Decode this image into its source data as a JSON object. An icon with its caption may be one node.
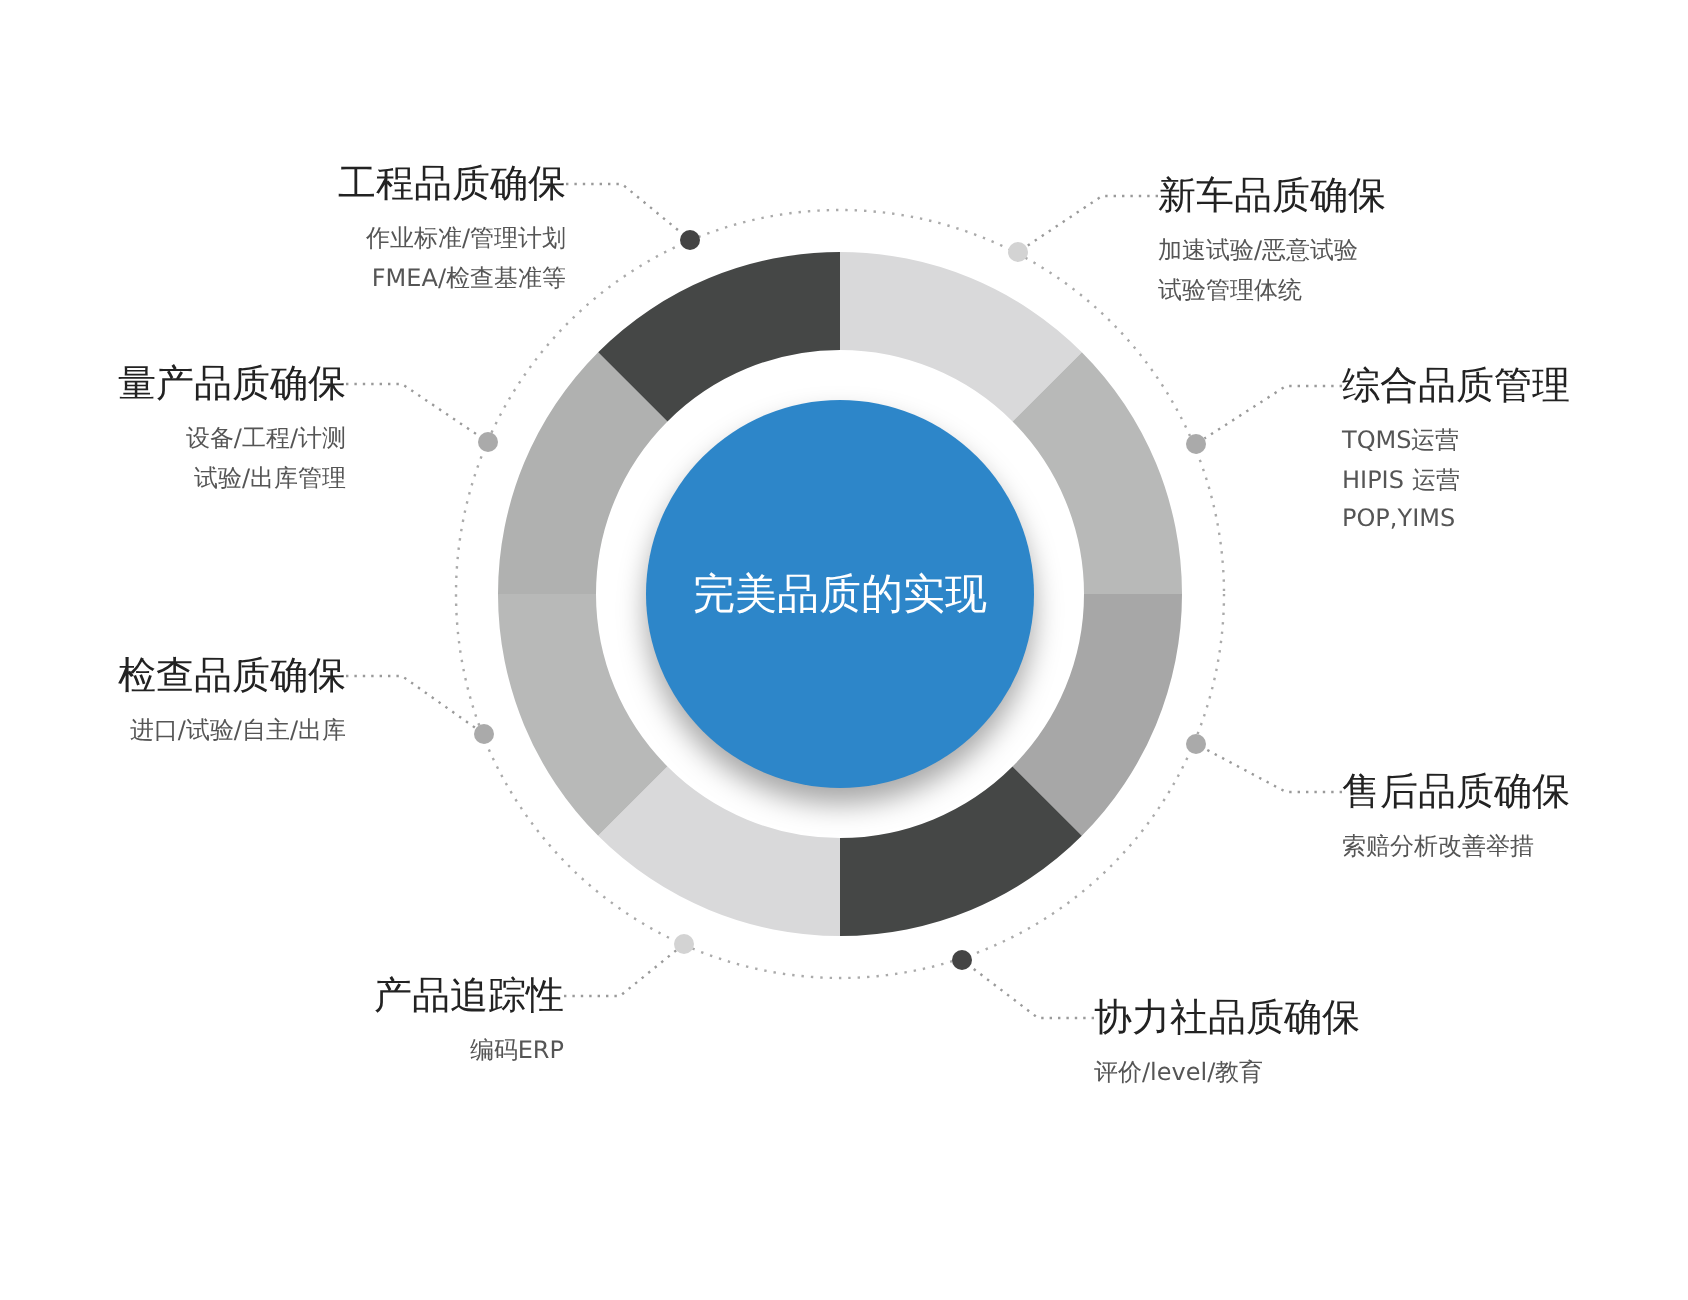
{
  "diagram": {
    "nodes": [
      {
        "text": [
          "完美品质的实现"
        ]
      },
      {
        "text": [
          "工程品质确保",
          "作业标准/管理计划",
          "FMEA/检查基准等"
        ]
      },
      {
        "text": [
          "新车品质确保",
          "加速试验/恶意试验",
          "试验管理体统"
        ]
      },
      {
        "text": [
          "量产品质确保",
          "设备/工程/计测",
          "试验/出库管理"
        ]
      },
      {
        "text": [
          "综合品质管理",
          "TQMS运营",
          "HIPIS 运营",
          "POP,YIMS"
        ]
      },
      {
        "text": [
          "检查品质确保",
          "进口/试验/自主/出库"
        ]
      },
      {
        "text": [
          "售后品质确保",
          "索赔分析改善举措"
        ]
      },
      {
        "text": [
          "产品追踪性",
          "编码ERP"
        ]
      },
      {
        "text": [
          "协力社品质确保",
          "评价/level/教育"
        ]
      },
      {
        "text": [],
        "shape": "circle"
      },
      {
        "text": [],
        "shape": "circle"
      },
      {
        "text": [],
        "shape": "circle"
      },
      {
        "text": [],
        "shape": "circle"
      },
      {
        "text": [],
        "shape": "circle"
      },
      {
        "text": [],
        "shape": "circle"
      },
      {
        "text": [],
        "shape": "circle"
      },
      {
        "text": [],
        "shape": "circle"
      }
    ],
    "edges": [
      {
        "from": 1,
        "to": 9,
        "arrow": "none"
      },
      {
        "from": 2,
        "to": 10,
        "arrow": "none"
      },
      {
        "from": 3,
        "to": 11,
        "arrow": "none"
      },
      {
        "from": 4,
        "to": 12,
        "arrow": "none"
      },
      {
        "from": 5,
        "to": 13,
        "arrow": "none"
      },
      {
        "from": 6,
        "to": 14,
        "arrow": "none"
      },
      {
        "from": 7,
        "to": 15,
        "arrow": "none"
      },
      {
        "from": 8,
        "to": 16,
        "arrow": "none"
      }
    ]
  }
}
